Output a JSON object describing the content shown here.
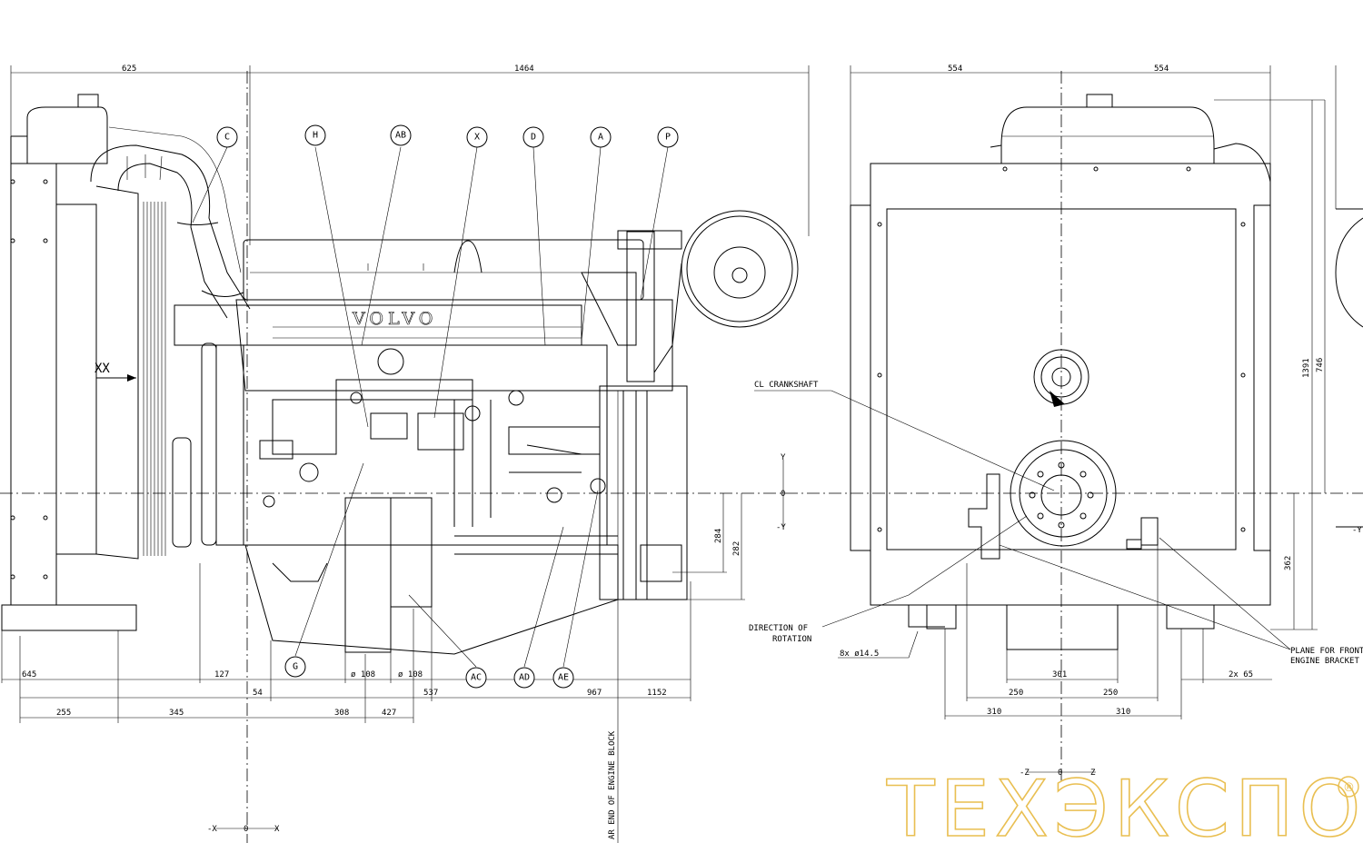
{
  "dimensions_top_left": [
    "625",
    "1464"
  ],
  "dimensions_top_right": [
    "554",
    "554"
  ],
  "dimensions_vertical_right": [
    "1391",
    "746",
    "362"
  ],
  "dimensions_vertical_mid": [
    "284",
    "282"
  ],
  "dimensions_bottom_left": [
    {
      "text": "645"
    },
    {
      "text": "127"
    },
    {
      "text": "54"
    },
    {
      "text": "ø 108"
    },
    {
      "text": "ø 108"
    },
    {
      "text": "537"
    },
    {
      "text": "967"
    },
    {
      "text": "1152"
    },
    {
      "text": "255"
    },
    {
      "text": "345"
    },
    {
      "text": "308"
    },
    {
      "text": "427"
    }
  ],
  "dimensions_bottom_right": [
    {
      "text": "301"
    },
    {
      "text": "250"
    },
    {
      "text": "250"
    },
    {
      "text": "310"
    },
    {
      "text": "310"
    },
    {
      "text": "2x 65"
    }
  ],
  "callouts": [
    {
      "label": "C"
    },
    {
      "label": "H"
    },
    {
      "label": "AB"
    },
    {
      "label": "X"
    },
    {
      "label": "D"
    },
    {
      "label": "A"
    },
    {
      "label": "P"
    },
    {
      "label": "G"
    },
    {
      "label": "AC"
    },
    {
      "label": "AD"
    },
    {
      "label": "AE"
    }
  ],
  "labels": {
    "brand": "VOLVO",
    "view_marker": "XX",
    "cl_crankshaft": "CL CRANKSHAFT",
    "direction_line1": "DIRECTION OF",
    "direction_line2": "ROTATION",
    "holes": "8x ø14.5",
    "plane_line1": "PLANE FOR FRONT",
    "plane_line2": "ENGINE BRACKET",
    "rear_end": "AR END OF ENGINE BLOCK"
  },
  "axis_marks": {
    "y_pos": "Y",
    "y_zero": "0",
    "y_neg": "-Y",
    "x_neg": "-X",
    "x_zero": "0",
    "x_pos": "X",
    "z_neg": "-Z",
    "z_zero": "0",
    "z_pos": "Z",
    "far_right_y": "-Y"
  },
  "watermark": {
    "text": "ТЕХЭКСПО",
    "registered": "®",
    "color": "#e9bf52"
  }
}
